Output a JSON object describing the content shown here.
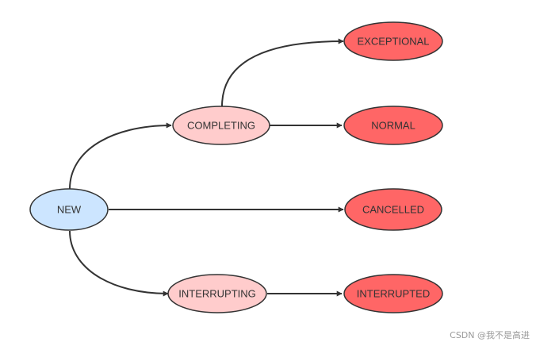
{
  "diagram": {
    "colors": {
      "initial_state_fill": "#cce5ff",
      "intermediate_state_fill": "#ffcccc",
      "final_state_fill": "#ff6666",
      "stroke": "#333333"
    },
    "nodes": [
      {
        "id": "new",
        "label": "NEW",
        "kind": "initial"
      },
      {
        "id": "completing",
        "label": "COMPLETING",
        "kind": "intermediate"
      },
      {
        "id": "interrupting",
        "label": "INTERRUPTING",
        "kind": "intermediate"
      },
      {
        "id": "exceptional",
        "label": "EXCEPTIONAL",
        "kind": "final"
      },
      {
        "id": "normal",
        "label": "NORMAL",
        "kind": "final"
      },
      {
        "id": "cancelled",
        "label": "CANCELLED",
        "kind": "final"
      },
      {
        "id": "interrupted",
        "label": "INTERRUPTED",
        "kind": "final"
      }
    ],
    "edges": [
      {
        "from": "new",
        "to": "completing"
      },
      {
        "from": "new",
        "to": "cancelled"
      },
      {
        "from": "new",
        "to": "interrupting"
      },
      {
        "from": "completing",
        "to": "exceptional"
      },
      {
        "from": "completing",
        "to": "normal"
      },
      {
        "from": "interrupting",
        "to": "interrupted"
      }
    ]
  },
  "watermark": {
    "text": "CSDN @我不是高进"
  }
}
